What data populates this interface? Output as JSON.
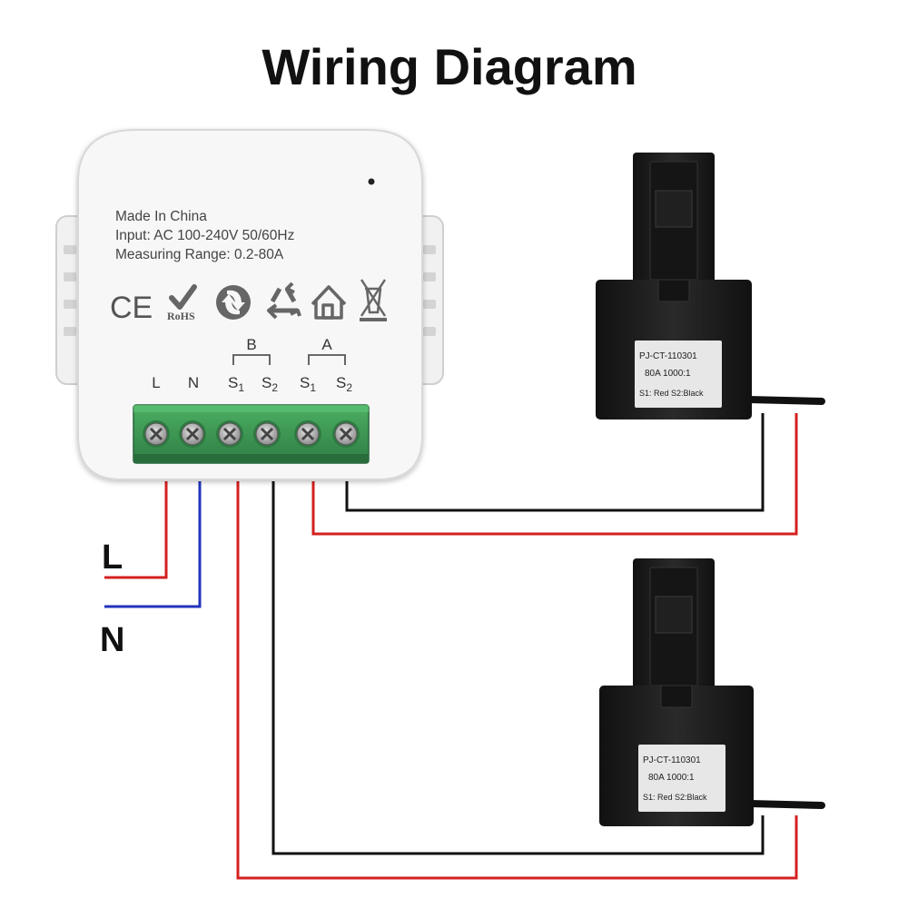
{
  "title": "Wiring Diagram",
  "line_labels": {
    "live": "L",
    "neutral": "N"
  },
  "module": {
    "specs": [
      "Made In China",
      "Input: AC 100-240V 50/60Hz",
      "Measuring Range: 0.2-80A"
    ],
    "cert_marks": {
      "ce": "CE",
      "rohs": "RoHS"
    },
    "channel_labels": {
      "b": "B",
      "a": "A"
    },
    "terminals": [
      {
        "main": "L",
        "sub": ""
      },
      {
        "main": "N",
        "sub": ""
      },
      {
        "main": "S",
        "sub": "1"
      },
      {
        "main": "S",
        "sub": "2"
      },
      {
        "main": "S",
        "sub": "1"
      },
      {
        "main": "S",
        "sub": "2"
      }
    ]
  },
  "sensors": [
    {
      "model": "PJ-CT-110301",
      "rating": "80A 1000:1",
      "lead_note": "S1: Red  S2:Black"
    },
    {
      "model": "PJ-CT-110301",
      "rating": "80A 1000:1",
      "lead_note": "S1: Red  S2:Black"
    }
  ],
  "colors": {
    "live_wire": "#d42020",
    "neutral_wire": "#2233bb",
    "signal_black": "#111111",
    "terminal_block": "#3f9c55",
    "sensor_body": "#1c1c1c"
  }
}
